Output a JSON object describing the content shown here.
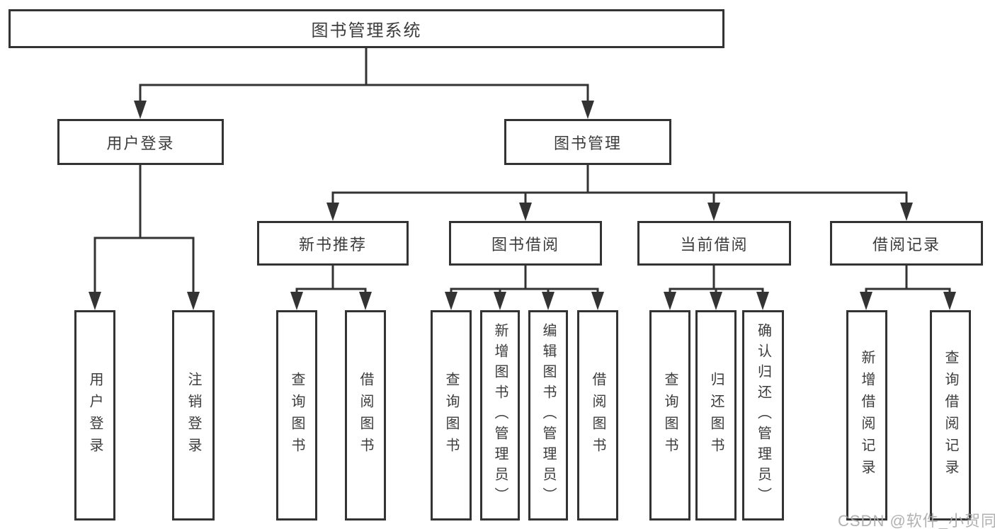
{
  "tree": {
    "label": "图书管理系统",
    "children": [
      {
        "label": "用户登录",
        "children": [
          {
            "label": "用户登录"
          },
          {
            "label": "注销登录"
          }
        ]
      },
      {
        "label": "图书管理",
        "children": [
          {
            "label": "新书推荐",
            "children": [
              {
                "label": "查询图书"
              },
              {
                "label": "借阅图书"
              }
            ]
          },
          {
            "label": "图书借阅",
            "children": [
              {
                "label": "查询图书"
              },
              {
                "label": "新增图书（管理员）"
              },
              {
                "label": "编辑图书（管理员）"
              },
              {
                "label": "借阅图书"
              }
            ]
          },
          {
            "label": "当前借阅",
            "children": [
              {
                "label": "查询图书"
              },
              {
                "label": "归还图书"
              },
              {
                "label": "确认归还（管理员）"
              }
            ]
          },
          {
            "label": "借阅记录",
            "children": [
              {
                "label": "新增借阅记录"
              },
              {
                "label": "查询借阅记录"
              }
            ]
          }
        ]
      }
    ]
  },
  "watermark": {
    "text": "CSDN @软件_小贺同学"
  },
  "colors": {
    "line": "#333333",
    "box_background": "#ffffff",
    "text": "#3c3c3c",
    "watermark": "#a8a8a8"
  }
}
